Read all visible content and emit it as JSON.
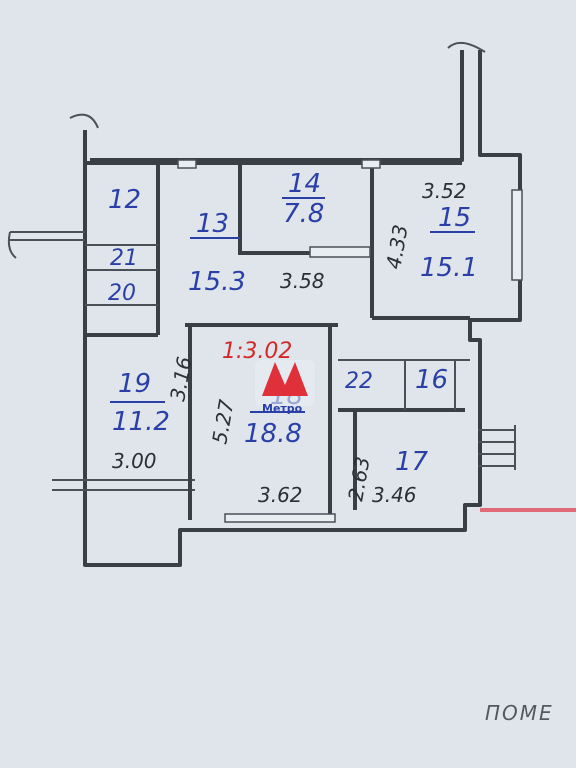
{
  "rooms": [
    {
      "id": "r12",
      "num": "12",
      "area": ""
    },
    {
      "id": "r13",
      "num": "13",
      "area": "15.3"
    },
    {
      "id": "r14a",
      "num": "14",
      "area": "7.8"
    },
    {
      "id": "r15",
      "num": "15",
      "area": "15.1"
    },
    {
      "id": "r21",
      "num": "21",
      "area": ""
    },
    {
      "id": "r20",
      "num": "20",
      "area": ""
    },
    {
      "id": "r19",
      "num": "19",
      "area": "11.2"
    },
    {
      "id": "r18",
      "num": "18",
      "area": "18.8"
    },
    {
      "id": "r22",
      "num": "22",
      "area": ""
    },
    {
      "id": "r16",
      "num": "16",
      "area": ""
    },
    {
      "id": "r17",
      "num": "17",
      "area": ""
    }
  ],
  "dimensions": {
    "d1": "3.52",
    "d2": "4.33",
    "d3": "3.58",
    "d4": "3.16",
    "d5": "3.00",
    "d6": "5.27",
    "d7": "3.62",
    "d8": "2.63",
    "d9": "3.46",
    "d10": "1:3.02"
  },
  "logo": {
    "text": "Метро"
  },
  "footer": {
    "text": "ПОМЕ"
  },
  "colors": {
    "ink_blue": "#2a3fa8",
    "ink_red": "#d42828",
    "wall": "#3a3f45"
  }
}
